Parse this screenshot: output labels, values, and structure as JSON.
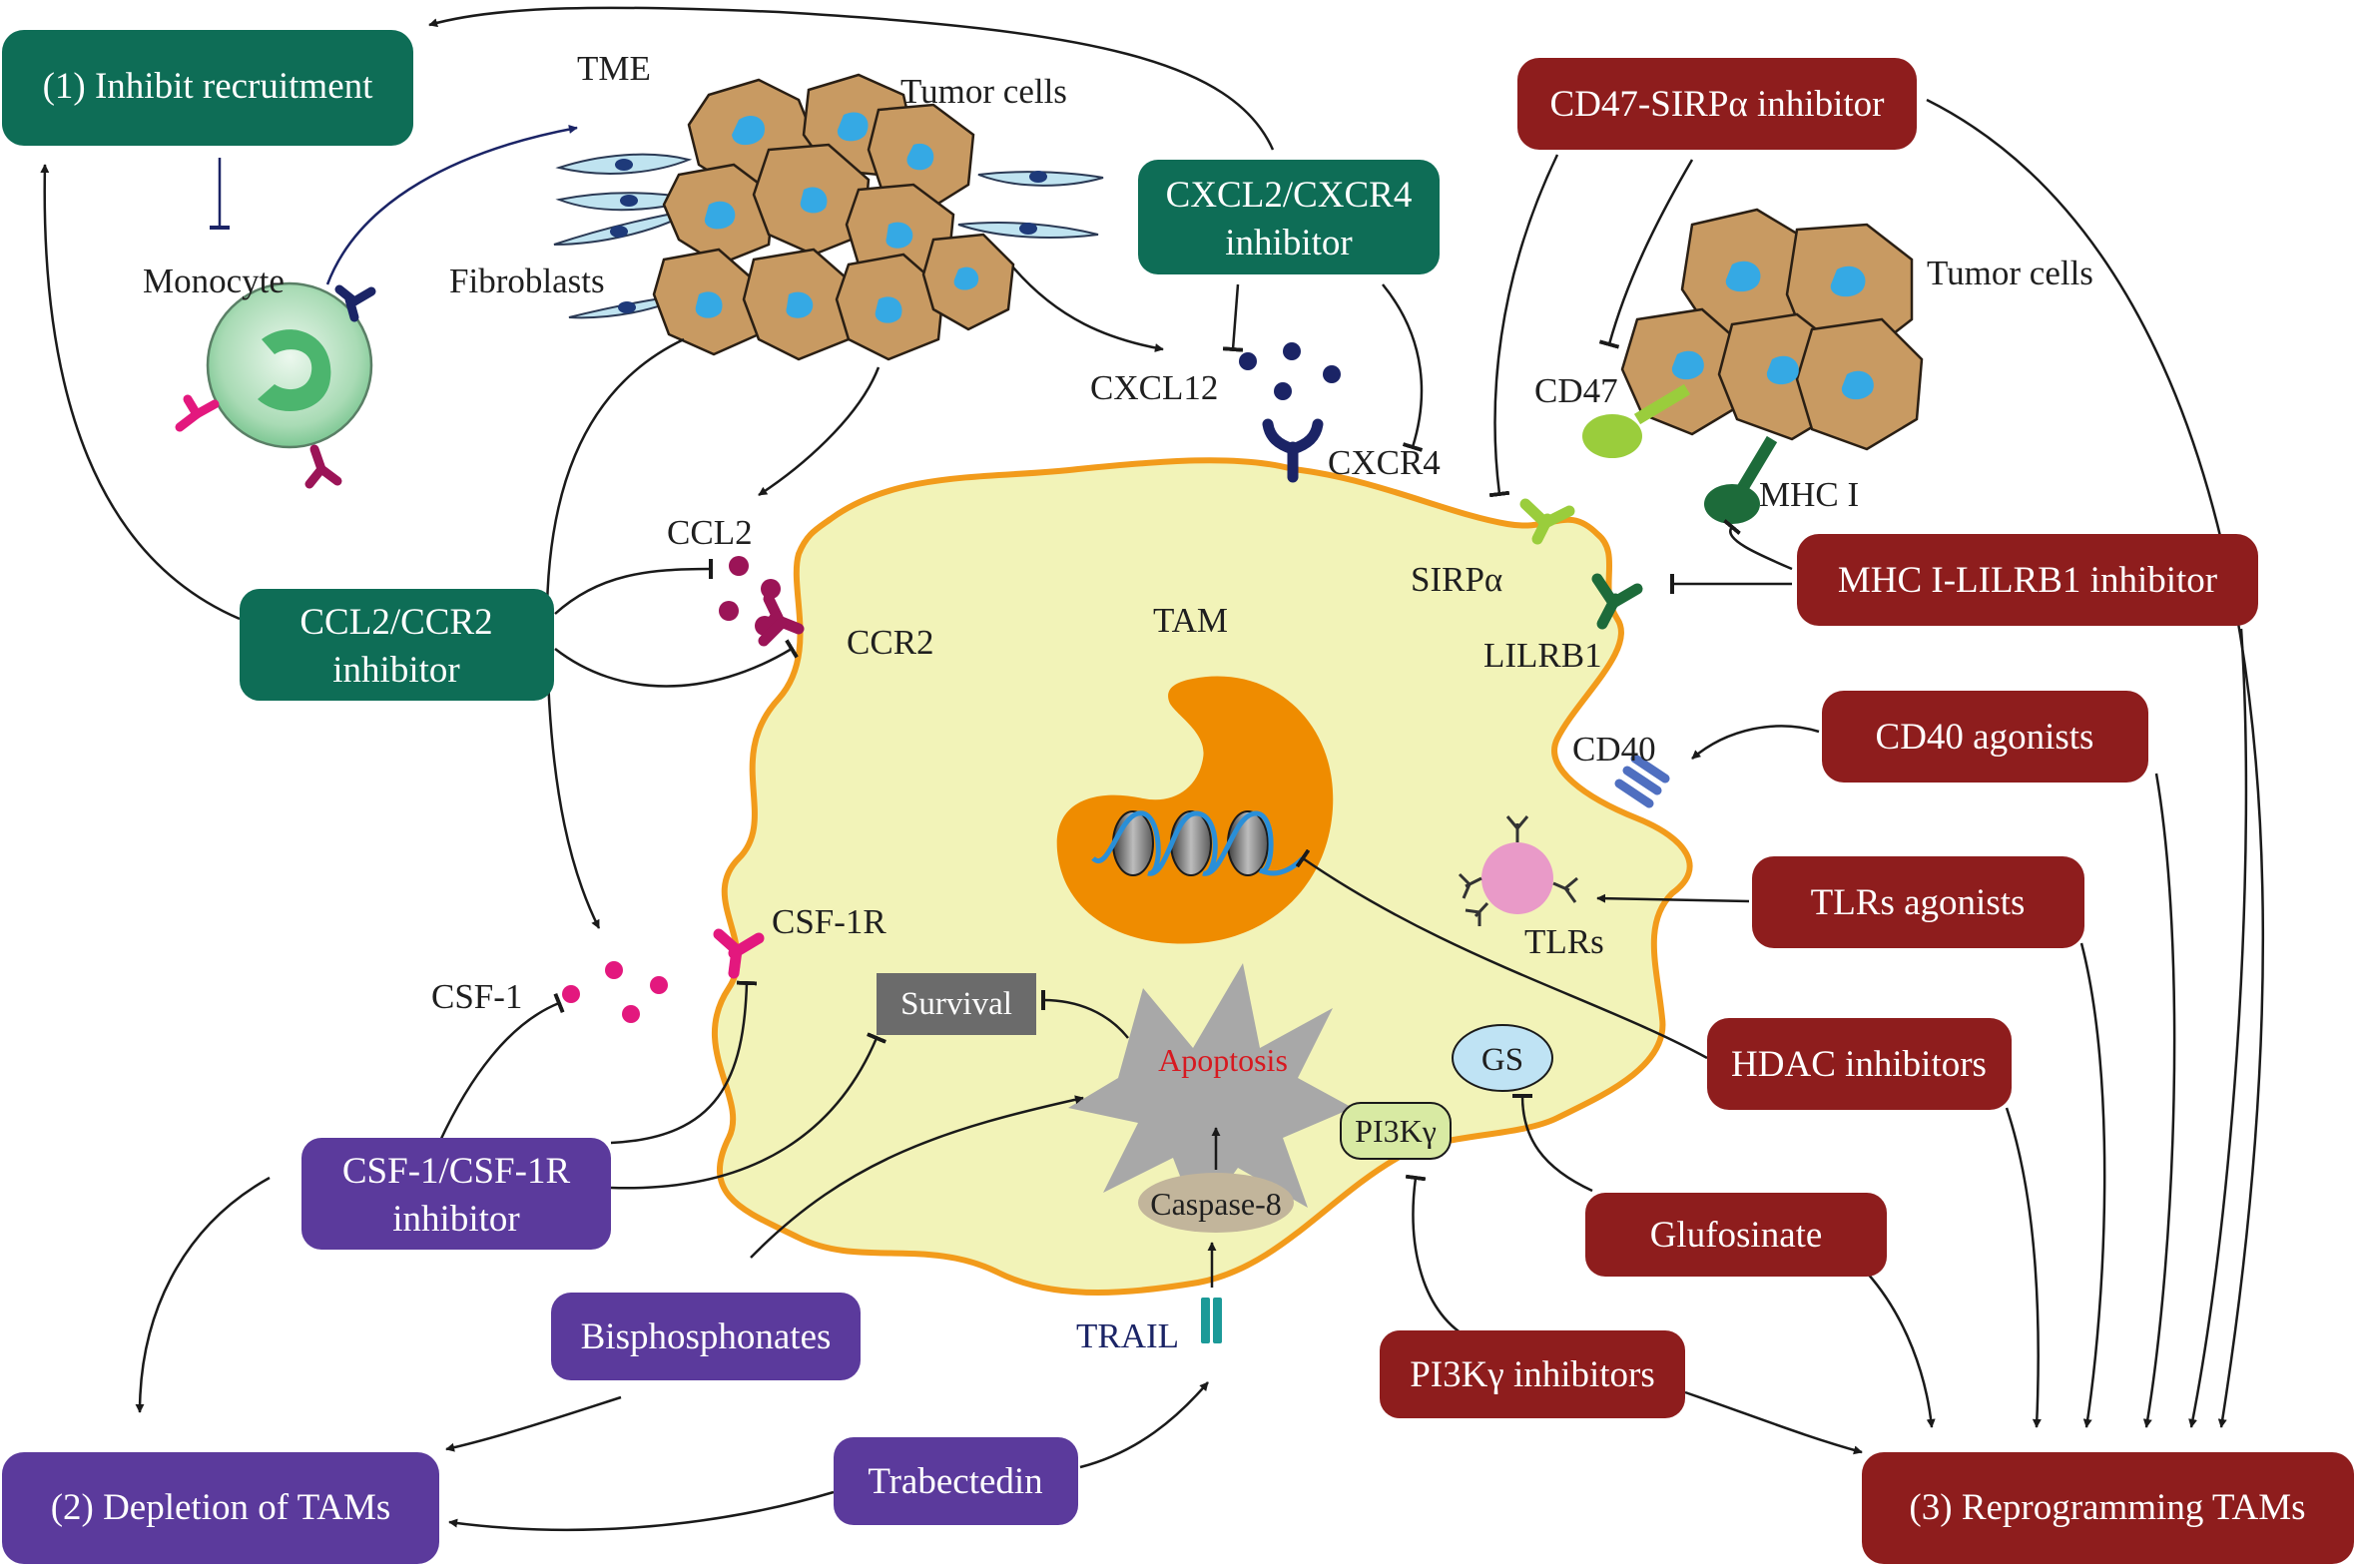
{
  "colors": {
    "green_box": "#0e6d56",
    "purple_box": "#5b3a9c",
    "red_box": "#8e1d1d",
    "tam_fill": "#f2f3b8",
    "tam_outline": "#f29b1b",
    "nucleus": "#ef8c00",
    "tumor_fill": "#c89a62",
    "tumor_nucleus": "#35a9e4",
    "ligand_navy": "#1b2466",
    "ccl2_purple": "#9b1457",
    "csf1_pink": "#e3187e",
    "sirpa_green": "#9acd3c",
    "lilrb1_green": "#1d6b3a",
    "cd40_blue": "#4f6fc0",
    "tlr_pink": "#e99ac8",
    "trail_teal": "#1c9a98"
  },
  "categories": {
    "recruitment": "(1) Inhibit recruitment",
    "depletion": "(2) Depletion of TAMs",
    "reprogramming": "(3) Reprogramming TAMs"
  },
  "green_boxes": {
    "cxcl_line1": "CXCL2/CXCR4",
    "cxcl_line2": "inhibitor",
    "ccl_line1": "CCL2/CCR2",
    "ccl_line2": "inhibitor"
  },
  "purple_boxes": {
    "csf_line1": "CSF-1/CSF-1R",
    "csf_line2": "inhibitor",
    "bisphosphonates": "Bisphosphonates",
    "trabectedin": "Trabectedin"
  },
  "red_boxes": {
    "cd47": "CD47-SIRPα inhibitor",
    "mhc": "MHC I-LILRB1 inhibitor",
    "cd40": "CD40 agonists",
    "tlrs": "TLRs agonists",
    "hdac": "HDAC inhibitors",
    "glufosinate": "Glufosinate",
    "pi3k": "PI3Kγ inhibitors"
  },
  "labels": {
    "tme": "TME",
    "tumor_cells_top": "Tumor cells",
    "fibroblasts": "Fibroblasts",
    "monocyte": "Monocyte",
    "cxcl12": "CXCL12",
    "cxcr4": "CXCR4",
    "tumor_cells_right": "Tumor cells",
    "cd47": "CD47",
    "mhc_i": "MHC I",
    "sirpa": "SIRPα",
    "lilrb1": "LILRB1",
    "ccl2": "CCL2",
    "ccr2": "CCR2",
    "tam": "TAM",
    "cd40": "CD40",
    "tlrs": "TLRs",
    "csf1r": "CSF-1R",
    "csf1": "CSF-1",
    "survival": "Survival",
    "apoptosis": "Apoptosis",
    "gs": "GS",
    "pi3k": "PI3Kγ",
    "caspase8": "Caspase-8",
    "trail": "TRAIL"
  }
}
